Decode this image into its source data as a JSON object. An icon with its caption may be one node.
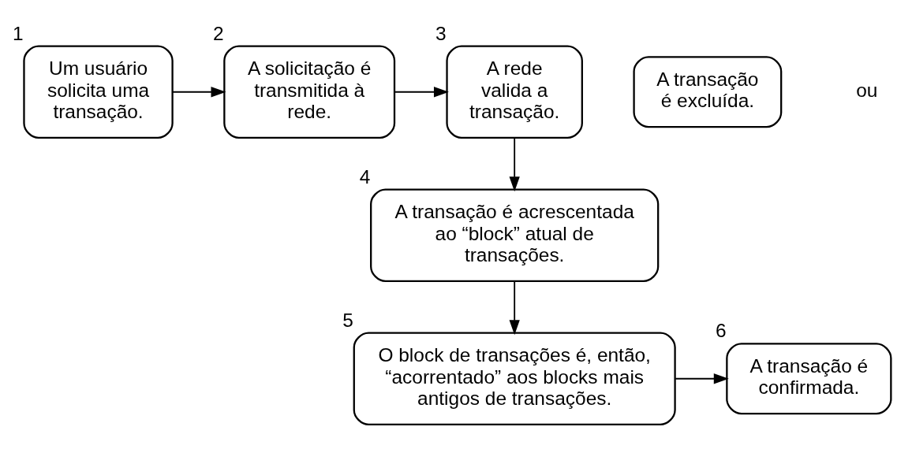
{
  "diagram": {
    "nodes": [
      {
        "text": [
          "Um usuário solicita uma transação."
        ],
        "beside": [
          "1"
        ]
      },
      {
        "text": [
          "A solicitação é transmitida à rede."
        ],
        "beside": [
          "2"
        ]
      },
      {
        "text": [
          "A rede valida a transação."
        ],
        "beside": [
          "3"
        ]
      },
      {
        "text": [
          "A transação é excluída."
        ]
      },
      {
        "text": [
          "A transação é acrescentada ao “block” atual de transações."
        ],
        "beside": [
          "4"
        ]
      },
      {
        "text": [
          "O block de transações é, então, “acorrentado” aos blocks mais antigos de transações."
        ],
        "beside": [
          "5"
        ]
      },
      {
        "text": [
          "A transação é confirmada."
        ],
        "beside": [
          "6"
        ]
      }
    ],
    "edges": [
      {
        "from": 0,
        "to": 1,
        "arrow": "to"
      },
      {
        "from": 1,
        "to": 2,
        "arrow": "to"
      },
      {
        "from": 2,
        "to": 4,
        "arrow": "to"
      },
      {
        "from": 4,
        "to": 5,
        "arrow": "to"
      },
      {
        "from": 5,
        "to": 6,
        "arrow": "to"
      }
    ],
    "labels": [
      "ou"
    ]
  }
}
